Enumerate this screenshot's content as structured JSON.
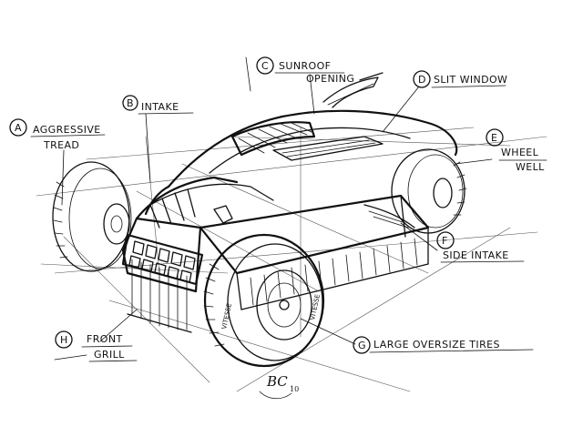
{
  "title": "",
  "annotations": [
    {
      "letter": "A",
      "lines": [
        "AGGRESSIVE",
        "TREAD"
      ]
    },
    {
      "letter": "B",
      "lines": [
        "INTAKE"
      ]
    },
    {
      "letter": "C",
      "lines": [
        "SUNROOF",
        "OPENING"
      ]
    },
    {
      "letter": "D",
      "lines": [
        "SLIT WINDOW"
      ]
    },
    {
      "letter": "E",
      "lines": [
        "WHEEL",
        "WELL"
      ]
    },
    {
      "letter": "F",
      "lines": [
        "SIDE INTAKE"
      ]
    },
    {
      "letter": "G",
      "lines": [
        "LARGE OVERSIZE TIRES"
      ]
    },
    {
      "letter": "H",
      "lines": [
        "FRONT",
        "GRILL"
      ]
    }
  ],
  "tire_text": "VITESSE",
  "signature": {
    "initials": "BC",
    "year": "10"
  },
  "colors": {
    "ink": "#111111",
    "paper": "#ffffff"
  }
}
